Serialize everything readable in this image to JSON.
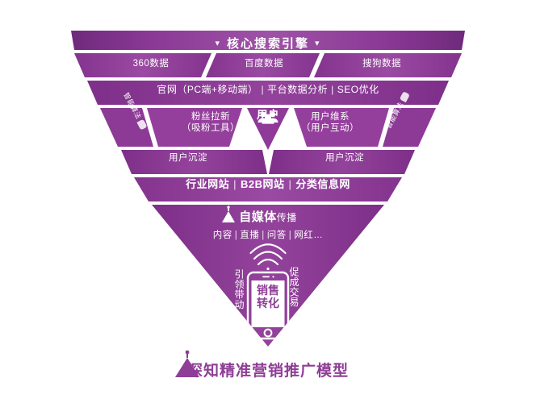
{
  "colors": {
    "brand_purple": "#8e3e96",
    "funnel_dark": "#80318a",
    "funnel_mid": "#8d3c96",
    "funnel_light": "#9b4fa3",
    "header_edge": "#6f2a7c",
    "header_center": "#9c50a4",
    "text_on_purple": "#ffffff",
    "background": "#ffffff"
  },
  "header": {
    "title": "核心搜索引擎",
    "left_marker": "▾",
    "right_marker": "▾"
  },
  "rows": {
    "data_sources": [
      {
        "label": "360数据"
      },
      {
        "label": "百度数据"
      },
      {
        "label": "搜狗数据"
      }
    ],
    "platform": {
      "parts": [
        "官网（PC端+移动端）",
        "平台数据分析",
        "SEO优化"
      ],
      "separator": "|"
    },
    "user_layer": {
      "left_side_label": "智能算法",
      "right_side_label": "智能算法",
      "fans": {
        "line1": "粉丝拉新",
        "line2": "（吸粉工具）"
      },
      "center": {
        "icon": "user-group-icon",
        "label": "用户"
      },
      "retention": {
        "line1": "用户维系",
        "line2": "（用户互动）"
      }
    },
    "sediment": [
      {
        "label": "用户沉淀"
      },
      {
        "label": "用户沉淀"
      }
    ],
    "channels": {
      "parts": [
        "行业网站",
        "B2B网站",
        "分类信息网"
      ],
      "separator": "|"
    },
    "self_media": {
      "icon": "triangle-cone-icon",
      "title_strong": "自媒体",
      "title_light": "传播",
      "sub_parts": [
        "内容",
        "直播",
        "问答",
        "网红…"
      ],
      "separator": "|"
    }
  },
  "conversion": {
    "wifi_icon": "wifi-signal-icon",
    "phone_icon": "smartphone-icon",
    "left_label": "引领带动",
    "right_label": "促成交易",
    "screen_line1": "销售",
    "screen_line2": "转化"
  },
  "footer": {
    "logo_icon": "triangle-logo-icon",
    "title": "深知精准营销推广模型"
  }
}
